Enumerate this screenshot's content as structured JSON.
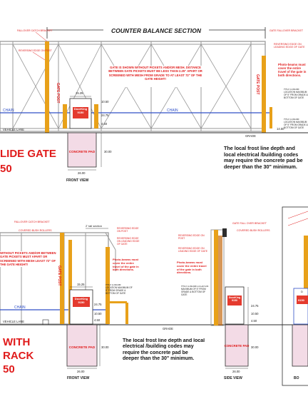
{
  "top": {
    "section_title": "COUNTER BALANCE SECTION",
    "note_top_left": "FALLOVER CATCH BRACKET",
    "note_top_right": "GATE FALLOVER BRACKET",
    "note_reversing_left": "REVERSING EDGE ON POST",
    "note_reversing_right": "REVERSING EDGE ON LEADING EDGE OF GATE",
    "gate_post_label": "GATE POST",
    "gate_note": "GATE IS SHOWN WITHOUT PICKETS AND/OR MESH. DISTANCE BETWEEN GATE PICKETS MUST BE LESS THAN 2.25\" APART OR SCREENED WITH MESH FROM GRADE TO AT LEAST 72\" OF THE GATE HEIGHT!",
    "photo_note": "Photo-beams must cover the entire travel of the gate in both directions.",
    "photo_location": "PHOTO-BEAM LOCATION MAXIMUM OF 5\" FROM GRADE & BOTTOM OF GATE",
    "dim_1525": "15.25",
    "dim_2475": "24.75",
    "dim_450": "4.50",
    "dim_1450": "14.50",
    "dim_1050": "10.50",
    "dim_3000": "30.00",
    "dim_2600": "26.00",
    "chain_left": "CHAIN",
    "chain_right": "CHAIN",
    "vehicle_lane": "VEHICLE LANE",
    "grade": "GRADE",
    "operator": "DoorKing 9150",
    "concrete": "CONCRETE PAD",
    "view": "FRONT VIEW",
    "model_l1": "LIDE GATE",
    "model_l2": "50",
    "frost_note": "The local frost line depth and local electrical /building codes may require the concrete pad be deeper than the 30\" minimum."
  },
  "bottom": {
    "fallover_left": "FALLOVER CATCH BRACKET",
    "covered_wheel": "COVERED BUSH ROLLERS",
    "tail_section": "2' tail section",
    "reversing_post": "REVERSING EDGE ON POST",
    "reversing_edge": "REVERSING EDGE ON LEADING EDGE OF GATE",
    "gate_note": "WITHOUT PICKETS AND/OR BETWEEN GATE PICKETS MUST APART OR SCREENED WITH MESH LEAST 72\" OF THE GATE HEIGHT!",
    "gate_post_label": "GATE POST",
    "photo_note": "Photo-beams must cover the entire travel of the gate in both directions.",
    "photo_location": "PHOTO-BEAM LOCATION MAXIMUM OF 5\" FROM GRADE & BOTTOM OF GATE",
    "chain": "CHAIN",
    "vehicle_lane": "VEHICLE LANE",
    "grade": "GRADE",
    "operator": "DoorKing 9150",
    "concrete": "CONCRETE PAD",
    "view_front": "FRONT VIEW",
    "view_side": "SIDE VIEW",
    "dim_1525": "15.25",
    "dim_2475": "24.75",
    "dim_1050": "10.50",
    "dim_450": "4.50",
    "dim_3000": "30.00",
    "dim_2600": "26.00",
    "model_l1": "WITH",
    "model_l2": "RACK",
    "model_l3": "50",
    "frost_note": "The local frost line depth and local electrical /building codes may require the concrete pad be deeper than the 30\" minimum.",
    "side_gate_fallover": "GATE FALL OVER BRACKET",
    "side_covered_wheel": "COVERED BUSH ROLLERS",
    "side_reversing_post": "REVERSING EDGE ON POST",
    "side_reversing_edge": "REVERSING EDGE ON LEADING EDGE OF GATE",
    "side_photo_note": "Photo-beams must cover the entire travel of the gate in both directions.",
    "side_photo_location": "PHOTO-BEAM LOCATION MAXIMUM OF 5\" FROM GRADE & BOTTOM OF GATE",
    "side_dim_2475": "24.75",
    "side_dim_1050": "10.50",
    "side_dim_450": "4.50",
    "side_dim_3000": "30.00",
    "side_dim_2600": "26.00",
    "right_label": "BO",
    "right_dim": "9150",
    "right_op": "D"
  },
  "colors": {
    "line": "#2d2d2d",
    "gate_frame": "#9a9a9a",
    "post": "#e8a11a",
    "note_red": "#e01b1b",
    "blue": "#3050c8",
    "pad_pink": "#f3dbe6",
    "operator_red": "#e43a2e"
  }
}
